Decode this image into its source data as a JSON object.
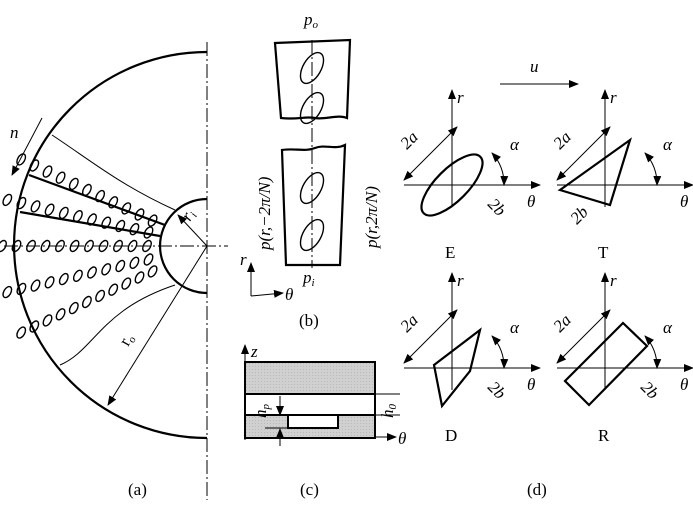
{
  "panel_a": {
    "caption": "(a)",
    "rotation": "n",
    "inner_radius": "r",
    "inner_sub": "i",
    "outer_radius": "r",
    "outer_sub": "o"
  },
  "panel_b": {
    "caption": "(b)",
    "top_p": "p",
    "top_sub": "o",
    "bottom_p": "p",
    "bottom_sub": "i",
    "left_label": "p(r,−2π/N)",
    "right_label": "p(r,2π/N)",
    "axis_r": "r",
    "axis_theta": "θ"
  },
  "panel_c": {
    "caption": "(c)",
    "axis_z": "z",
    "axis_theta": "θ",
    "hp": "h",
    "hp_sub": "p",
    "h0": "h",
    "h0_sub": "0"
  },
  "panel_d": {
    "caption": "(d)",
    "velocity": "u",
    "shapes": [
      {
        "label": "E",
        "a": "2a",
        "b": "2b",
        "alpha": "α",
        "r": "r",
        "theta": "θ"
      },
      {
        "label": "T",
        "a": "2a",
        "b": "2b",
        "alpha": "α",
        "r": "r",
        "theta": "θ"
      },
      {
        "label": "D",
        "a": "2a",
        "b": "2b",
        "alpha": "α",
        "r": "r",
        "theta": "θ"
      },
      {
        "label": "R",
        "a": "2a",
        "b": "2b",
        "alpha": "α",
        "r": "r",
        "theta": "θ"
      }
    ]
  }
}
